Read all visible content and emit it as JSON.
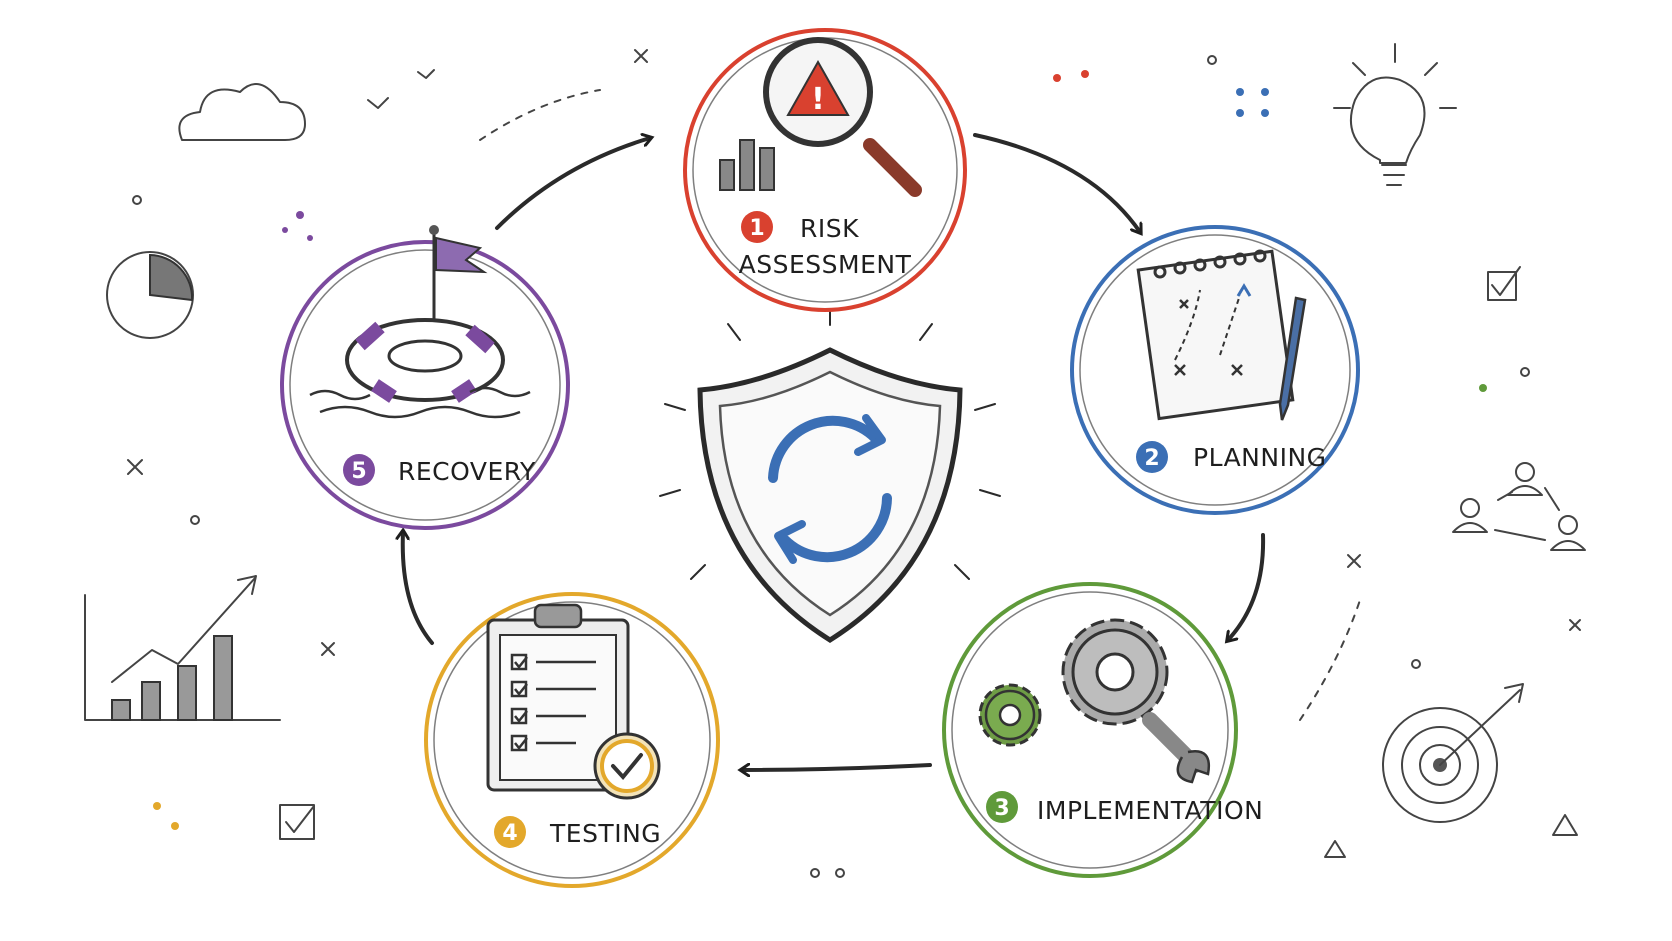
{
  "stages": [
    {
      "number": "1",
      "label_lines": [
        "RISK",
        "ASSESSMENT"
      ],
      "color": "#d9412f"
    },
    {
      "number": "2",
      "label_lines": [
        "PLANNING"
      ],
      "color": "#3b6fb5"
    },
    {
      "number": "3",
      "label_lines": [
        "IMPLEMENTATION"
      ],
      "color": "#5f9a3a"
    },
    {
      "number": "4",
      "label_lines": [
        "TESTING"
      ],
      "color": "#e3a82b"
    },
    {
      "number": "5",
      "label_lines": [
        "RECOVERY"
      ],
      "color": "#7b4a9e"
    }
  ],
  "center": {
    "icon": "shield-refresh-icon",
    "accent": "#3b6fb5"
  },
  "icons": {
    "stage1": "magnifier-warning-icon",
    "stage2": "notebook-plan-icon",
    "stage3": "gears-wrench-icon",
    "stage4": "clipboard-checklist-icon",
    "stage5": "lifebuoy-flag-icon"
  }
}
